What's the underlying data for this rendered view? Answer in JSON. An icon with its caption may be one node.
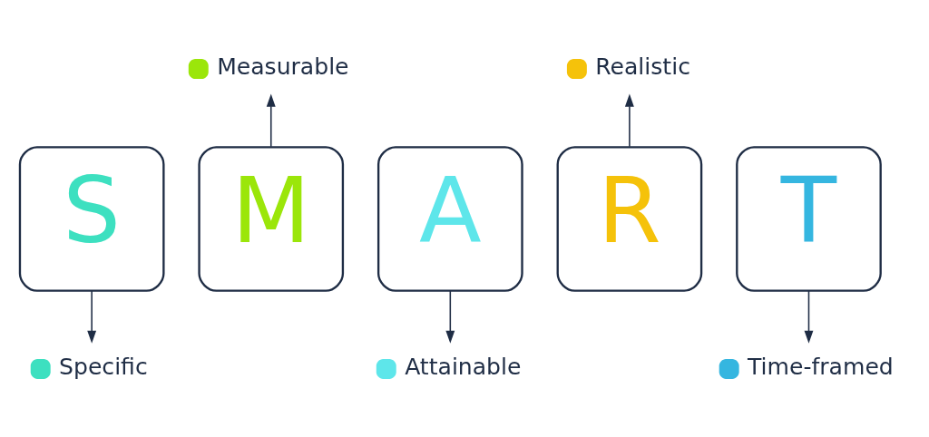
{
  "diagram": {
    "nodes": [
      {
        "text": [
          "S"
        ]
      },
      {
        "text": [
          "M"
        ]
      },
      {
        "text": [
          "A"
        ]
      },
      {
        "text": [
          "R"
        ]
      },
      {
        "text": [
          "T"
        ]
      },
      {
        "text": [
          "Specific"
        ]
      },
      {
        "text": [
          "Measurable"
        ]
      },
      {
        "text": [
          "Attainable"
        ]
      },
      {
        "text": [
          "Realistic"
        ]
      },
      {
        "text": [
          "Time-framed"
        ]
      }
    ],
    "edges": [
      {
        "from": 0,
        "to": 5,
        "arrow": "to"
      },
      {
        "from": 1,
        "to": 6,
        "arrow": "to"
      },
      {
        "from": 2,
        "to": 7,
        "arrow": "to"
      },
      {
        "from": 3,
        "to": 8,
        "arrow": "to"
      },
      {
        "from": 4,
        "to": 9,
        "arrow": "to"
      }
    ]
  }
}
